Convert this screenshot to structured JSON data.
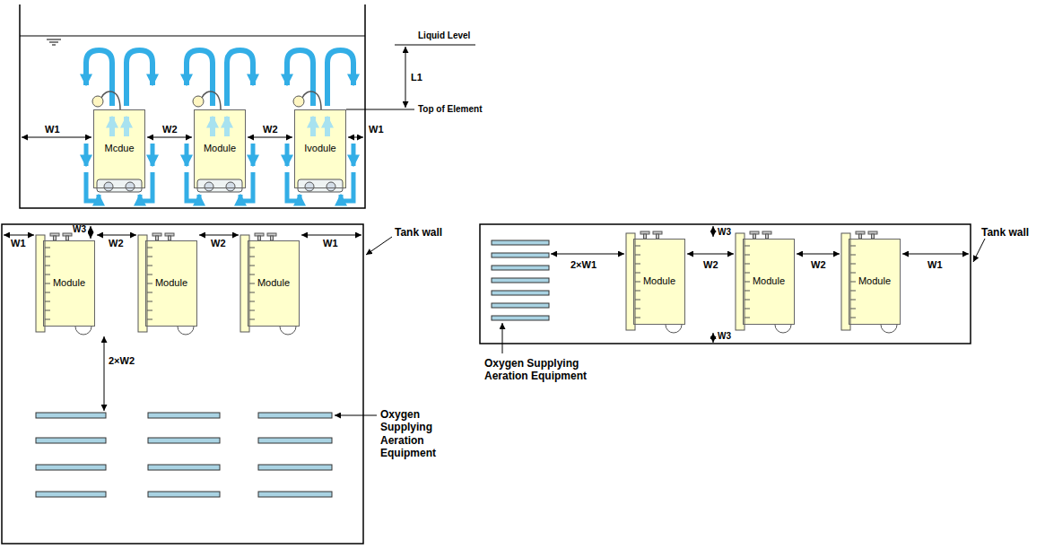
{
  "diagram": {
    "nodes": [
      {
        "text": [
          "Mcdue"
        ]
      },
      {
        "text": [
          "Module"
        ]
      },
      {
        "text": [
          "Ivodule"
        ]
      },
      {
        "text": [
          "Module"
        ]
      },
      {
        "text": [
          "Module"
        ]
      },
      {
        "text": [
          "Module"
        ]
      },
      {
        "text": [
          "Module"
        ]
      },
      {
        "text": [
          "Module"
        ]
      },
      {
        "text": [
          "Module"
        ]
      }
    ],
    "labels": [
      "Liquid Level",
      "L1",
      "Top of Element",
      "W1",
      "W2",
      "W2",
      "W1",
      "W3",
      "W1",
      "W2",
      "W2",
      "W1",
      "Tank wall",
      "2×W2",
      "Oxygen Supplying Aeration Equipment",
      "W3",
      "2×W1",
      "W2",
      "W2",
      "W1",
      "Tank wall",
      "W3",
      "Oxygen Supplying Aeration Equipment"
    ]
  }
}
